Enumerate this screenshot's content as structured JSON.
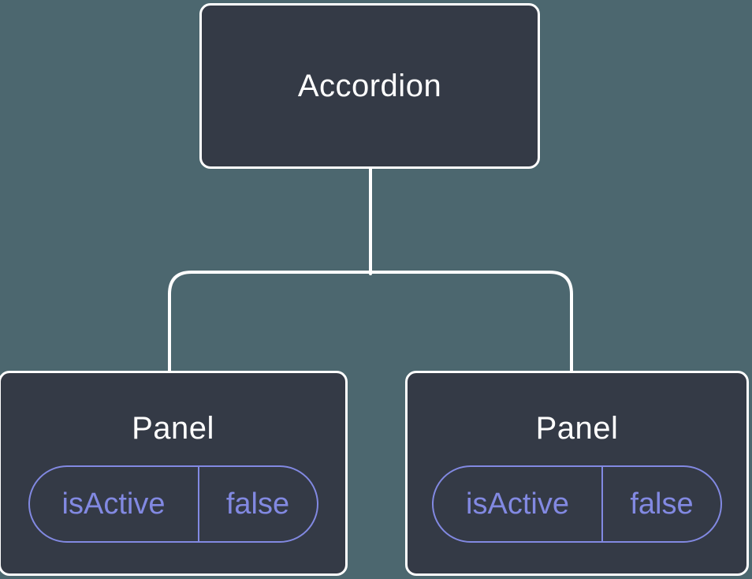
{
  "diagram": {
    "root_node": {
      "label": "Accordion"
    },
    "panels": [
      {
        "label": "Panel",
        "prop_name": "isActive",
        "prop_value": "false"
      },
      {
        "label": "Panel",
        "prop_name": "isActive",
        "prop_value": "false"
      }
    ],
    "colors": {
      "background": "#4c676f",
      "node_fill": "#343a46",
      "node_border": "#ffffff",
      "node_text": "#ffffff",
      "prop_accent": "#8289e2",
      "connector": "#ffffff"
    }
  }
}
